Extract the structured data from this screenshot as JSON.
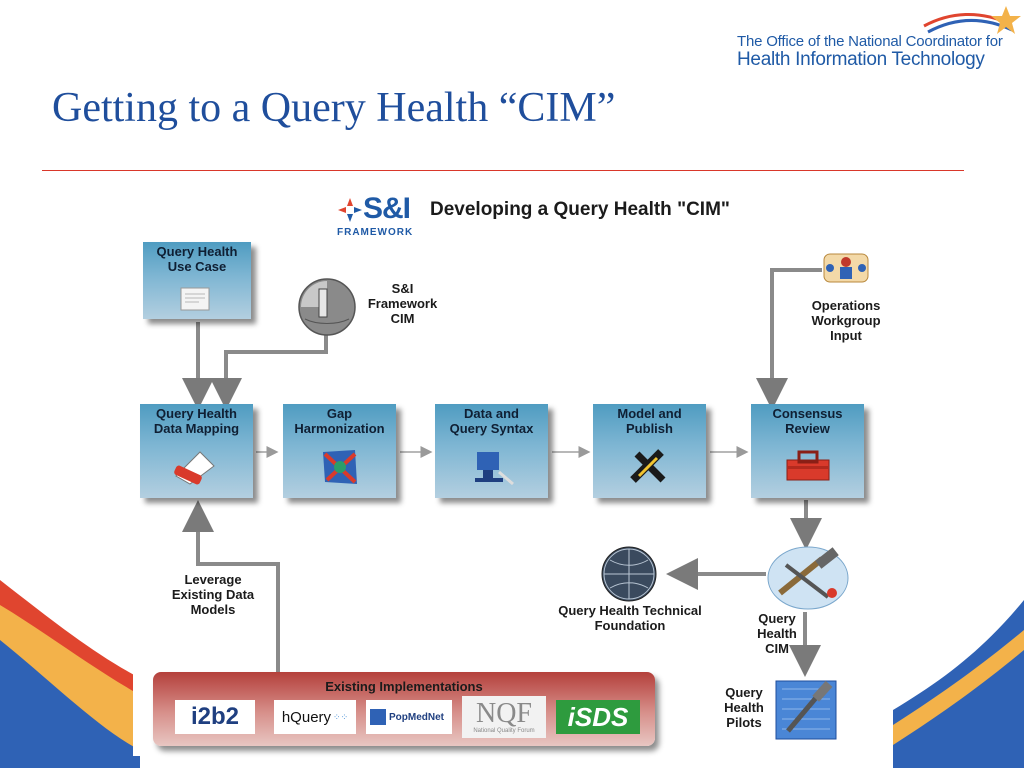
{
  "slide": {
    "title": "Getting to a Query Health “CIM”",
    "onc_line1": "The Office of the National Coordinator for",
    "onc_line2": "Health Information Technology"
  },
  "diagram": {
    "framework_logo": {
      "main": "S&I",
      "sub": "FRAMEWORK"
    },
    "title": "Developing a Query Health \"CIM\"",
    "use_case_box": "Query Health\nUse Case",
    "sni_cim_label": "S&I\nFramework\nCIM",
    "operations_label": "Operations\nWorkgroup\nInput",
    "steps": [
      "Query Health\nData Mapping",
      "Gap\nHarmonization",
      "Data and\nQuery Syntax",
      "Model and\nPublish",
      "Consensus\nReview"
    ],
    "leverage_label": "Leverage\nExisting Data\nModels",
    "foundation_label": "Query Health Technical\nFoundation",
    "qh_cim_label": "Query\nHealth\nCIM",
    "pilots_label": "Query\nHealth\nPilots",
    "existing_title": "Existing Implementations",
    "implementations": [
      "i2b2",
      "hQuery",
      "PopMedNet",
      "NQF",
      "iSDS"
    ],
    "nqf_sub": "National Quality Forum"
  },
  "colors": {
    "title_blue": "#1f4e9c",
    "accent_red": "#d9372a",
    "box_blue": "#5fa3c6",
    "impl_red": "#b4403b"
  }
}
